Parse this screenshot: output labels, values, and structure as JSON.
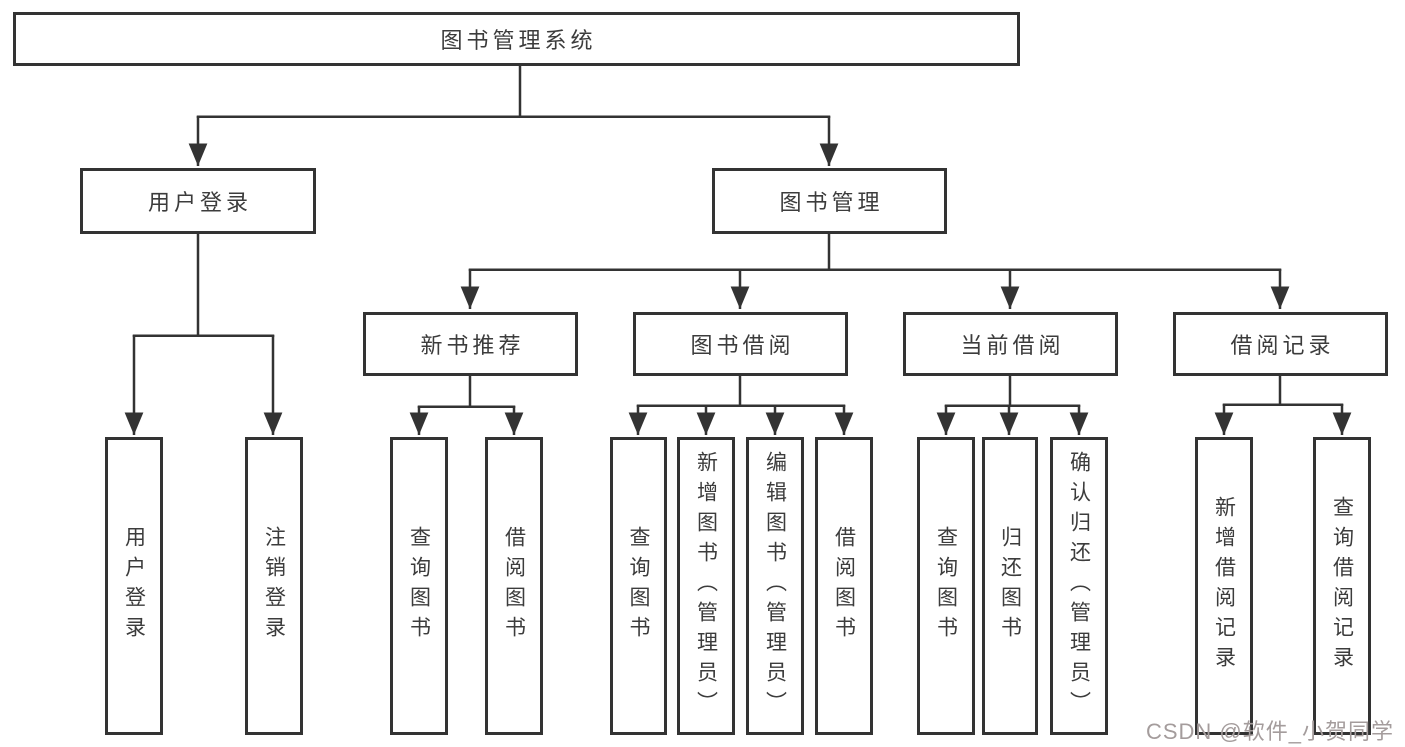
{
  "diagram": {
    "root": {
      "label": "图书管理系统"
    },
    "branches": {
      "user_login": {
        "label": "用户登录",
        "children": [
          {
            "label": "用户登录"
          },
          {
            "label": "注销登录"
          }
        ]
      },
      "book_management": {
        "label": "图书管理",
        "children": {
          "new_book_recommend": {
            "label": "新书推荐",
            "children": [
              {
                "label": "查询图书"
              },
              {
                "label": "借阅图书"
              }
            ]
          },
          "book_borrowing": {
            "label": "图书借阅",
            "children": [
              {
                "label": "查询图书"
              },
              {
                "label": "新增图书（管理员）"
              },
              {
                "label": "编辑图书（管理员）"
              },
              {
                "label": "借阅图书"
              }
            ]
          },
          "current_borrowing": {
            "label": "当前借阅",
            "children": [
              {
                "label": "查询图书"
              },
              {
                "label": "归还图书"
              },
              {
                "label": "确认归还（管理员）"
              }
            ]
          },
          "borrowing_records": {
            "label": "借阅记录",
            "children": [
              {
                "label": "新增借阅记录"
              },
              {
                "label": "查询借阅记录"
              }
            ]
          }
        }
      }
    }
  },
  "watermark": {
    "text": "CSDN @软件_小贺同学",
    "color": "#a49c9c"
  },
  "colors": {
    "line": "#333333",
    "box_border": "#333333",
    "text": "#3c3c3c",
    "box_background": "#ffffff",
    "page_background": "#ffffff"
  }
}
